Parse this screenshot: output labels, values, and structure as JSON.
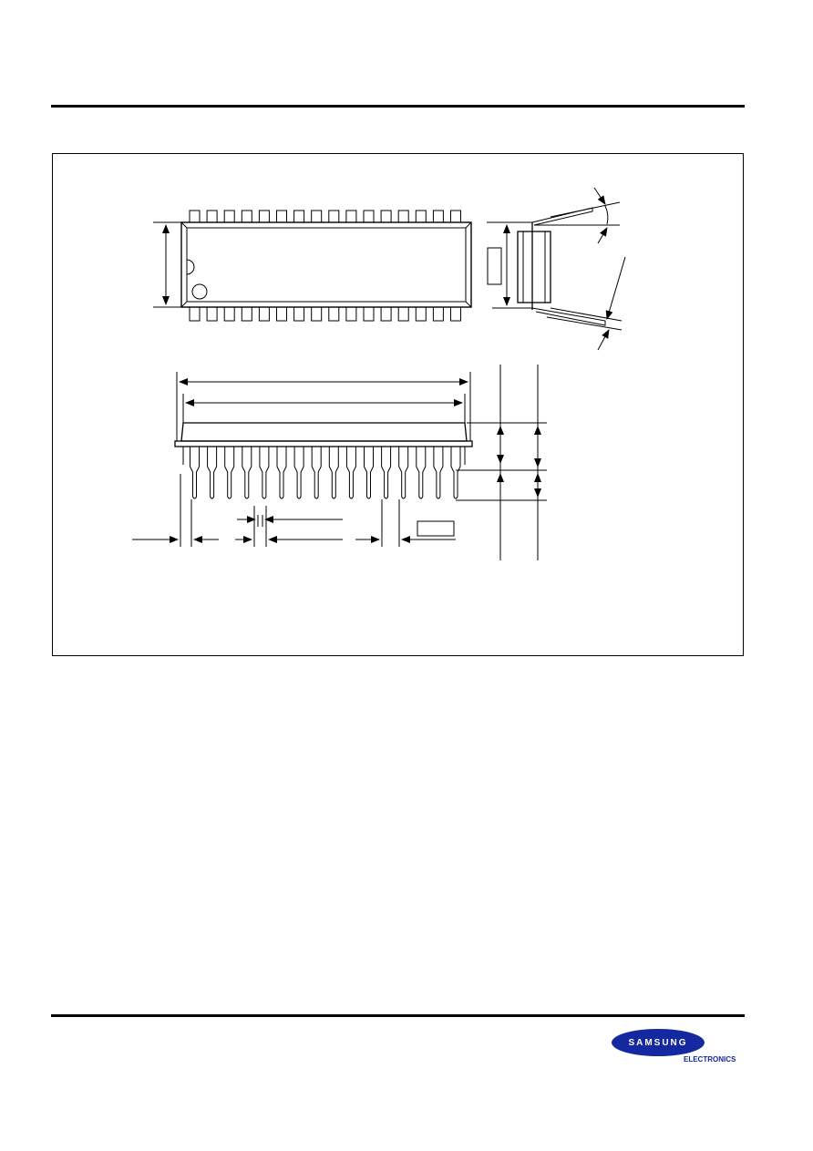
{
  "brand": {
    "wordmark": "SAMSUNG",
    "tagline": "ELECTRONICS",
    "color": "#1428a0"
  },
  "drawing": {
    "pin_count": 32,
    "pins_per_row": 16
  }
}
